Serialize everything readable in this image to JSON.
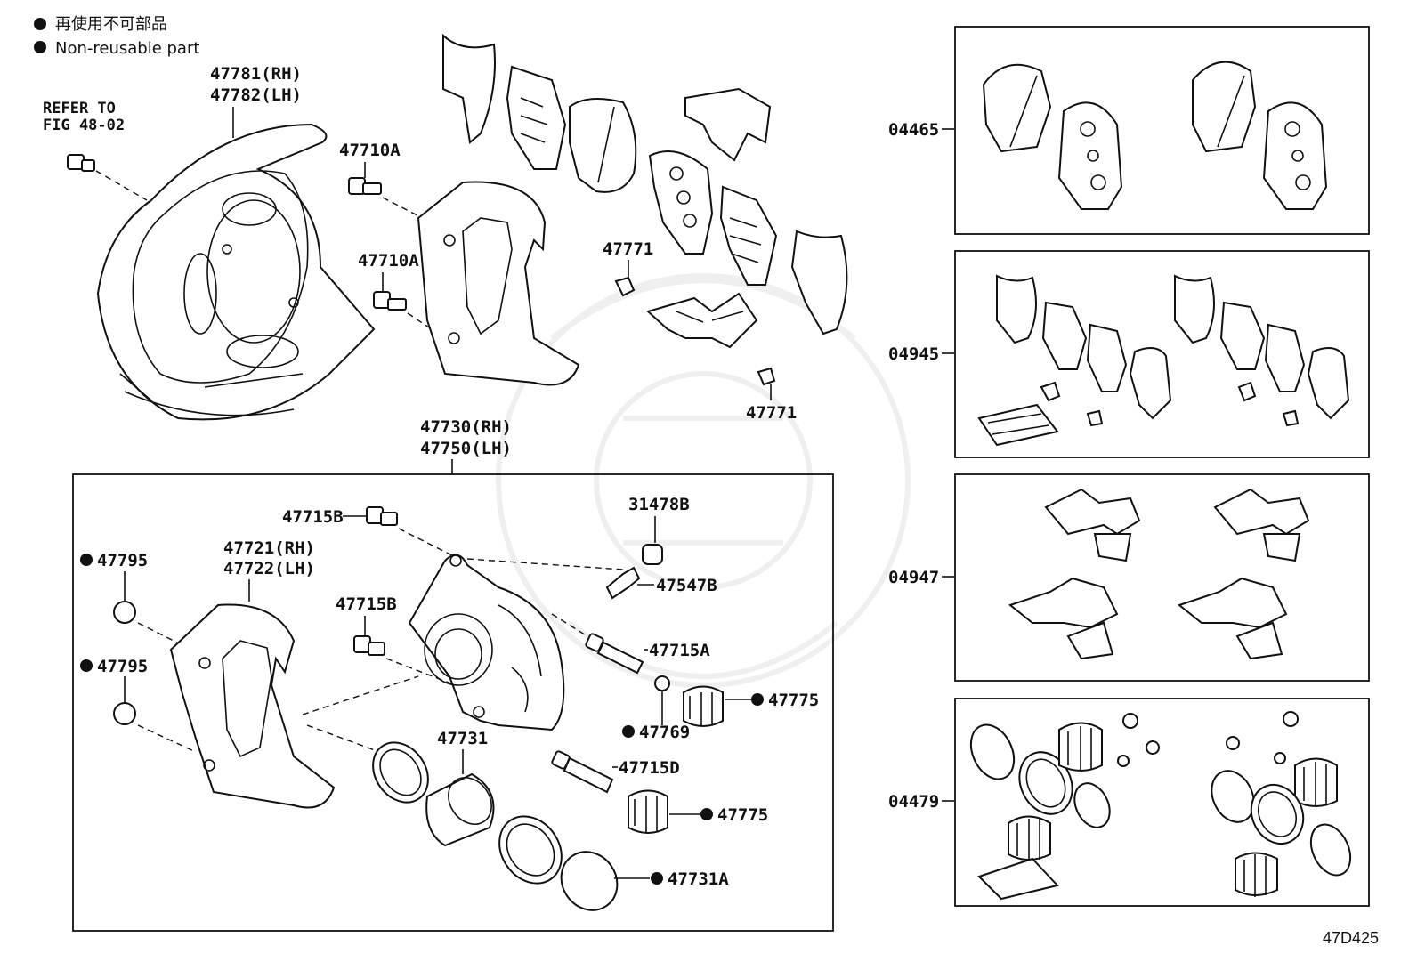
{
  "legend": {
    "jp": "再使用不可部品",
    "en": "Non-reusable part"
  },
  "refer": {
    "line1": "REFER TO",
    "line2": "FIG 48-02"
  },
  "labels": {
    "shield_rh": "47781(RH)",
    "shield_lh": "47782(LH)",
    "bolt_a1": "47710A",
    "bolt_a2": "47710A",
    "clip_top": "47771",
    "clip_bottom": "47771",
    "cyl_rh": "47730(RH)",
    "cyl_lh": "47750(LH)",
    "bolt_b1": "47715B",
    "bolt_b2": "47715B",
    "cap": "31478B",
    "bleeder": "47547B",
    "mount_rh": "47721(RH)",
    "mount_lh": "47722(LH)",
    "seal1": "47795",
    "seal2": "47795",
    "pin_a": "47715A",
    "boot1": "47775",
    "bushing": "47769",
    "pin_d": "47715D",
    "boot2": "47775",
    "piston": "47731",
    "seal_ring": "47731A"
  },
  "kits": [
    {
      "code": "04465"
    },
    {
      "code": "04945"
    },
    {
      "code": "04947"
    },
    {
      "code": "04479"
    }
  ],
  "figure_id": "47D425"
}
